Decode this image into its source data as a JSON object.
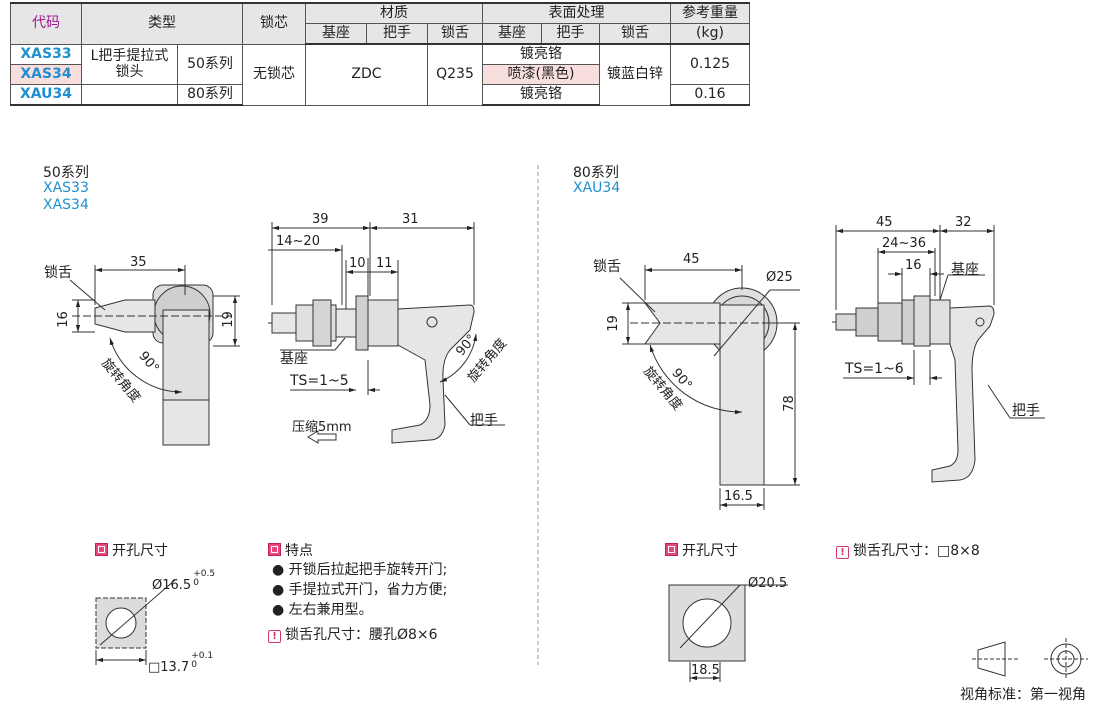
{
  "table": {
    "headers": {
      "code": "代码",
      "type": "类型",
      "core": "锁芯",
      "material": "材质",
      "surface": "表面处理",
      "weight": "参考重量",
      "weight_unit": "(kg)",
      "base": "基座",
      "handle": "把手",
      "tongue": "锁舌"
    },
    "rows": [
      {
        "code": "XAS33"
      },
      {
        "code": "XAS34"
      },
      {
        "code": "XAU34"
      }
    ],
    "type_main": "L把手提拉式\n锁头",
    "series_50": "50系列",
    "series_80": "80系列",
    "core_value": "无锁芯",
    "material_base_handle": "ZDC",
    "material_tongue": "Q235",
    "surface_1": "镀亮铬",
    "surface_2": "喷漆(黑色)",
    "surface_3": "镀亮铬",
    "surface_tongue": "镀蓝白锌",
    "weight_50": "0.125",
    "weight_80": "0.16"
  },
  "left": {
    "series": "50系列",
    "code1": "XAS33",
    "code2": "XAS34",
    "front": {
      "dim_35": "35",
      "dim_16": "16",
      "dim_19": "19",
      "tongue": "锁舌",
      "angle": "90°",
      "rotate": "旋转角度"
    },
    "side": {
      "dim_39": "39",
      "dim_31": "31",
      "dim_1420": "14~20",
      "dim_10": "10",
      "dim_11": "11",
      "base": "基座",
      "ts": "TS=1~5",
      "compress": "压缩5mm",
      "handle": "把手",
      "angle": "90°",
      "rotate": "旋转角度"
    },
    "cutout_title": "开孔尺寸",
    "cutout_dia": "Ø16.5",
    "cutout_dia_tol_up": "+0.5",
    "cutout_dia_tol_dn": "0",
    "cutout_sq": "□13.7",
    "cutout_sq_tol_up": "+0.1",
    "cutout_sq_tol_dn": "0",
    "features_title": "特点",
    "features": [
      "开锁后拉起把手旋转开门;",
      "手提拉式开门，省力方便;",
      "左右兼用型。"
    ],
    "tongue_hole": "锁舌孔尺寸：腰孔Ø8×6"
  },
  "right": {
    "series": "80系列",
    "code": "XAU34",
    "front": {
      "tongue": "锁舌",
      "dim_45": "45",
      "dim_25": "Ø25",
      "dim_19": "19",
      "dim_78": "78",
      "dim_165": "16.5",
      "angle": "90°",
      "rotate": "旋转角度"
    },
    "side": {
      "dim_45": "45",
      "dim_32": "32",
      "dim_2436": "24~36",
      "dim_16": "16",
      "base": "基座",
      "ts": "TS=1~6",
      "handle": "把手"
    },
    "cutout_title": "开孔尺寸",
    "cutout_dia": "Ø20.5",
    "cutout_sq": "18.5",
    "tongue_hole": "锁舌孔尺寸：□8×8"
  },
  "projection": "视角标准：第一视角"
}
